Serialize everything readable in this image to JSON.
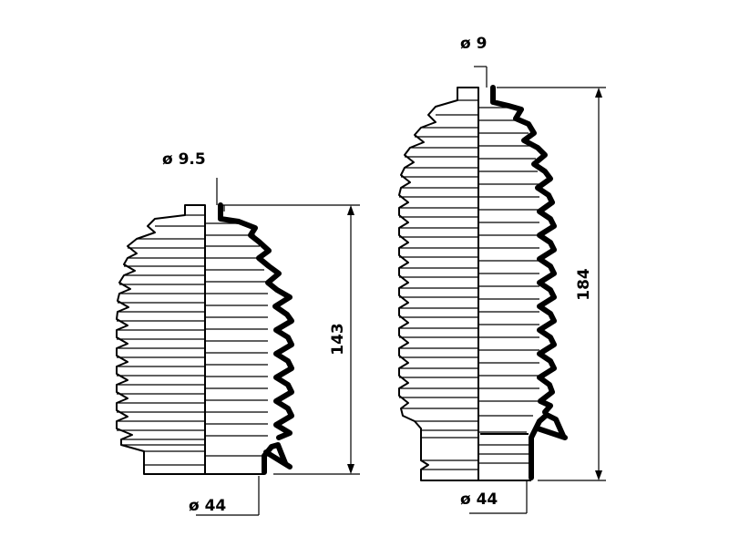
{
  "colors": {
    "line": "#000000",
    "background": "#ffffff"
  },
  "boot_left": {
    "top_diameter": "ø 9.5",
    "length": "143",
    "bottom_diameter": "ø 44"
  },
  "boot_right": {
    "top_diameter": "ø 9",
    "length": "184",
    "bottom_diameter": "ø 44"
  }
}
